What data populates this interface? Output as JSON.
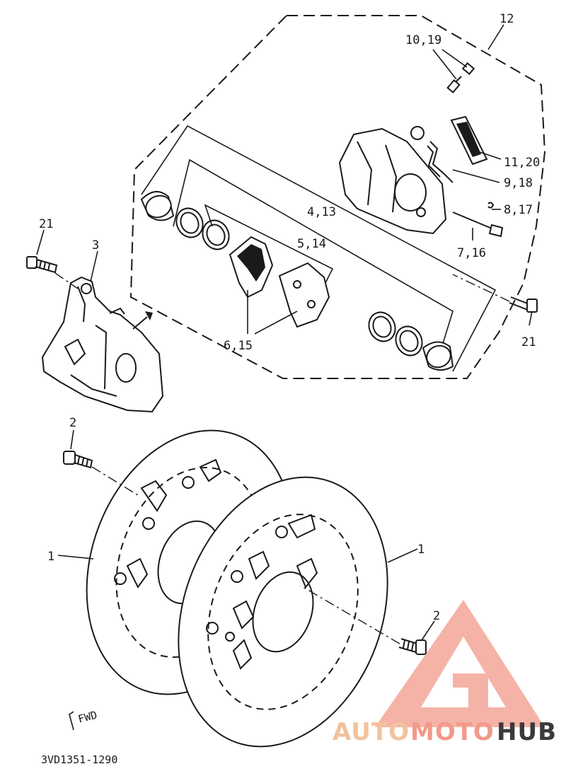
{
  "callouts": {
    "c12": "12",
    "c10_19": "10,19",
    "c11_20": "11,20",
    "c9_18": "9,18",
    "c8_17": "8,17",
    "c4_13": "4,13",
    "c5_14": "5,14",
    "c7_16": "7,16",
    "c6_15": "6,15",
    "c21_left": "21",
    "c21_right": "21",
    "c3": "3",
    "c2_top": "2",
    "c2_bottom": "2",
    "c1_left": "1",
    "c1_right": "1"
  },
  "fwd_mark": "FWD",
  "diagram_code": "3VD1351-1290",
  "watermark": {
    "part_a": "AUTO",
    "part_b": "MOTO",
    "part_c": "HUB",
    "color_a": "#f2c29c",
    "color_b": "#f29a8a",
    "color_c": "#3a3a3a",
    "logo_color": "#f29a8a"
  }
}
